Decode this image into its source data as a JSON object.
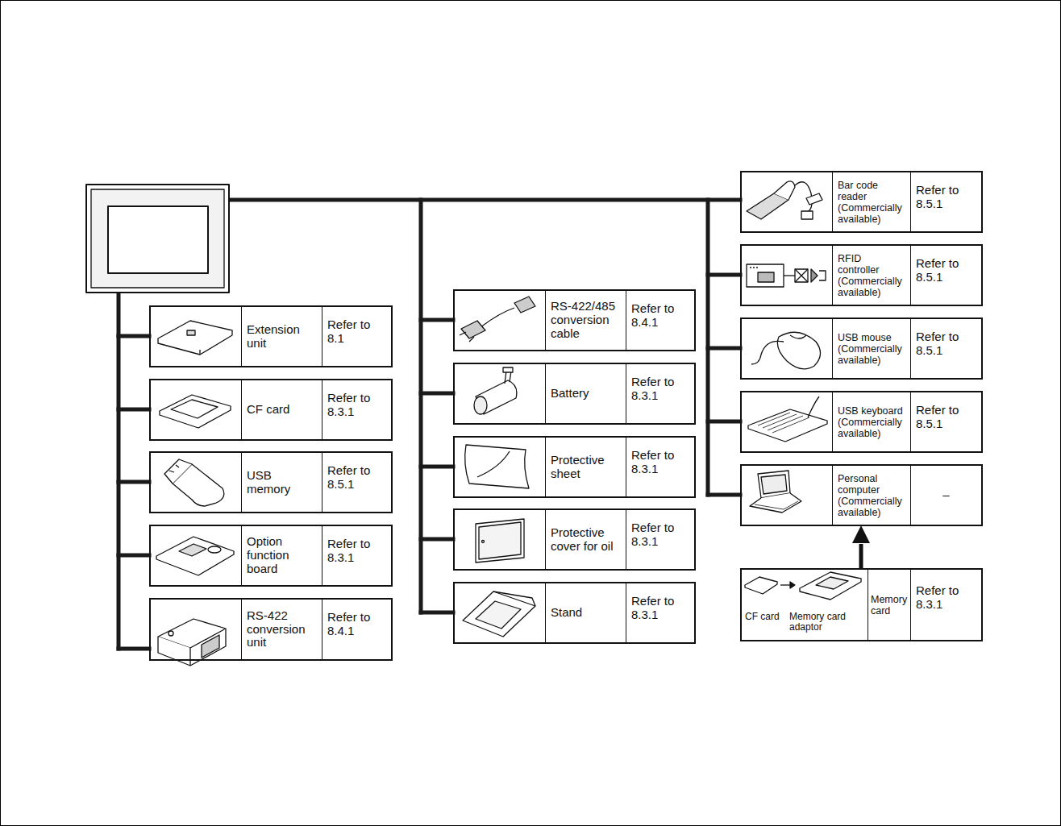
{
  "diagram": {
    "nodes": [
      {
        "text": [
          "Extension unit",
          "Refer to 8.1"
        ]
      },
      {
        "text": [
          "CF card",
          "Refer to 8.3.1"
        ]
      },
      {
        "text": [
          "USB memory",
          "Refer to 8.5.1"
        ]
      },
      {
        "text": [
          "Option function board",
          "Refer to 8.3.1"
        ]
      },
      {
        "text": [
          "RS-422 conversion unit",
          "Refer to 8.4.1"
        ]
      },
      {
        "text": [
          "RS-422/485 conversion cable",
          "Refer to 8.4.1"
        ]
      },
      {
        "text": [
          "Battery",
          "Refer to 8.3.1"
        ]
      },
      {
        "text": [
          "Protective sheet",
          "Refer to 8.3.1"
        ]
      },
      {
        "text": [
          "Protective cover for oil",
          "Refer to 8.3.1"
        ]
      },
      {
        "text": [
          "Stand",
          "Refer to 8.3.1"
        ]
      },
      {
        "text": [
          "Bar code reader (Commercially available)",
          "Refer to 8.5.1"
        ]
      },
      {
        "text": [
          "RFID controller (Commercially available)",
          "Refer to 8.5.1"
        ]
      },
      {
        "text": [
          "USB mouse (Commercially available)",
          "Refer to 8.5.1"
        ]
      },
      {
        "text": [
          "USB keyboard (Commercially available)",
          "Refer to 8.5.1"
        ]
      },
      {
        "text": [
          "Personal computer (Commercially available)",
          "–"
        ]
      },
      {
        "text": [
          "CF card",
          "Memory card adaptor",
          "Memory card",
          "Refer to 8.3.1"
        ]
      }
    ],
    "edges": [
      {
        "from": 15,
        "to": 14,
        "arrow": "to"
      }
    ]
  }
}
